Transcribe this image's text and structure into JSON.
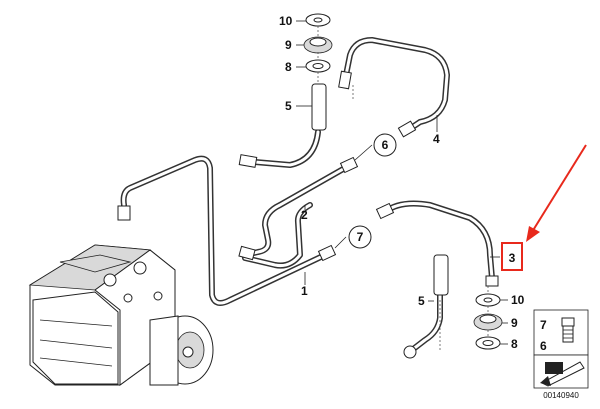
{
  "diagram": {
    "callouts": {
      "c10_top": "10",
      "c9_top": "9",
      "c8_top": "8",
      "c5_top": "5",
      "c4": "4",
      "c6": "6",
      "c2": "2",
      "c7": "7",
      "c1": "1",
      "c3": "3",
      "c5_bot": "5",
      "c10_bot": "10",
      "c9_bot": "9",
      "c8_bot": "8"
    },
    "inset": {
      "label_7": "7",
      "label_6": "6"
    },
    "catalog_number": "00140940",
    "highlight_color": "#e8291c",
    "line_color": "#333333"
  }
}
